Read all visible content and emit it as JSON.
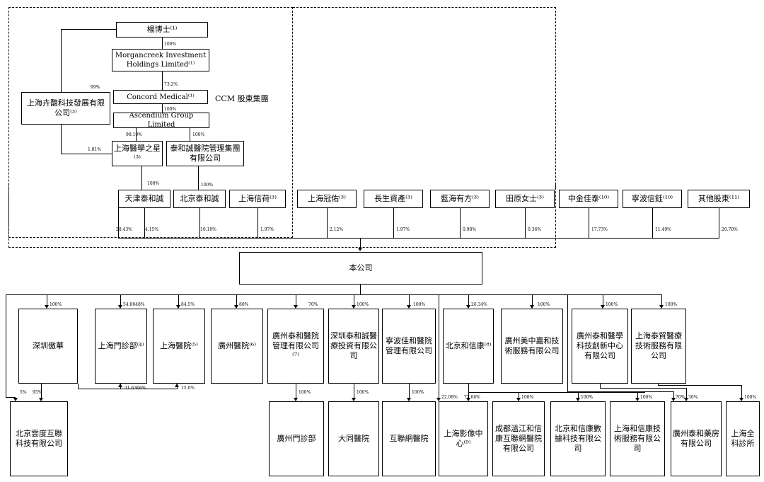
{
  "caption": "CCM 股東集團",
  "nodes": {
    "yang": "楊博士⁽¹⁾",
    "morgancreek": "Morgancreek Investment Holdings Limited⁽¹⁾",
    "concord": "Concord Medical⁽¹⁾",
    "ascendium": "Ascendium Group Limited",
    "huazhi": "上海卉馥科技發展有限公司⁽³⁾",
    "yixuezhixing": "上海醫學之星⁽³⁾",
    "taihecheng_group": "泰和誠醫院管理集團有限公司",
    "tianjin": "天津泰和誠",
    "beijing_thc": "北京泰和誠",
    "shanghai_xinhe": "上海信荷⁽³⁾",
    "guanyou": "上海冠佑⁽³⁾",
    "changsheng": "長生資產⁽³⁾",
    "lanhai": "藍海有方⁽³⁾",
    "tianyuan": "田原女士⁽³⁾",
    "zhongjin": "中金佳泰⁽¹⁰⁾",
    "ningbo_xinyu": "寧波信鈺⁽¹⁰⁾",
    "others": "其他股東⁽¹¹⁾",
    "company": "本公司",
    "shenzhen_aoshi": "深圳傲華",
    "sh_menzhen": "上海門診部⁽⁴⁾",
    "sh_yiyuan": "上海醫院⁽⁵⁾",
    "gz_yiyuan": "廣州醫院⁽⁶⁾",
    "gz_taihe_mgmt": "廣州泰和醫院管理有限公司⁽⁷⁾",
    "sz_taihecheng_inv": "深圳泰和誠醫療投資有限公司",
    "nb_jiahe": "寧波佳和醫院管理有限公司",
    "bj_hexinkang": "北京和信康⁽⁸⁾",
    "gz_meizhongjia": "廣州美中嘉和技術服務有限公司",
    "gz_taihe_innov": "廣州泰和醫學科技創新中心有限公司",
    "sh_taiyun": "上海泰貿醫療技術服務有限公司",
    "bj_yundu": "北京雲度互聯科技有限公司",
    "gz_menzhen": "廣州門診部",
    "datong": "大同醫院",
    "internet_hosp": "互聯網醫院",
    "sh_imaging": "上海影像中心⁽⁹⁾",
    "cd_wenjiang": "成都溫江和信康互聯網醫院有限公司",
    "bj_hexinkang_data": "北京和信康數據科技有限公司",
    "sh_hexinkang_tech": "上海和信康技術服務有限公司",
    "gz_taihe_pharmacy": "廣州泰和藥房有限公司",
    "sh_general": "上海全科診所"
  },
  "pcts": {
    "p_yang_morgan": "100%",
    "p_morgan_concord": "73.2%",
    "p_concord_asc": "100%",
    "p_huazhi_yang": "99%",
    "p_asc_yxzx": "98.19%",
    "p_asc_thcg": "100%",
    "p_huazhi_yxzx": "1.81%",
    "p_yxzx_tianjin": "100%",
    "p_thcg_bj": "100%",
    "p_tianjin_co": "28.43%",
    "p_tianjin_co2": "4.15%",
    "p_bj_co": "10.10%",
    "p_xinhe_co": "1.97%",
    "p_guanyou_co": "2.12%",
    "p_changsheng_co": "1.97%",
    "p_lanhai_co": "0.98%",
    "p_tianyuan_co": "0.36%",
    "p_zhongjin_co": "17.73%",
    "p_ningbo_co": "11.49%",
    "p_others_co": "20.70%",
    "c1": "100%",
    "c2": "54.8048%",
    "c3": "84.5%",
    "c4": "80%",
    "c5": "70%",
    "c6": "100%",
    "c7": "100%",
    "c8": "26.34%",
    "c9": "100%",
    "c10": "100%",
    "c11": "100%",
    "s_yundu_5": "5%",
    "s_yundu_95": "95%",
    "s_menzhen": "31.6366%",
    "s_yiyuan": "15.0%",
    "g1": "100%",
    "g2": "100%",
    "g3": "100%",
    "g_imaging_22": "22.08%",
    "g_imaging_77": "77.06%",
    "g_cd": "100%",
    "g_bjdata": "100%",
    "g_shtech": "100%",
    "g_pharm_70": "70%",
    "g_pharm_30": "30%",
    "g_general": "100%"
  }
}
